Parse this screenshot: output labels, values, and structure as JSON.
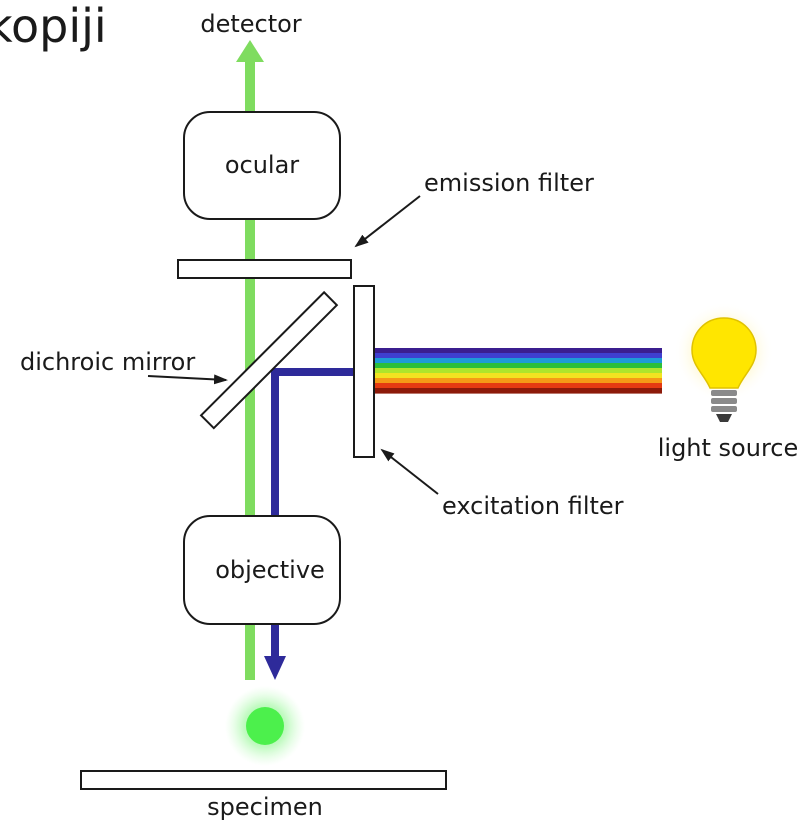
{
  "cut_off_title": "kopiji",
  "labels": {
    "detector": "detector",
    "ocular": "ocular",
    "emission_filter": "emission filter",
    "dichroic_mirror": "dichroic mirror",
    "light_source": "light source",
    "excitation_filter": "excitation filter",
    "objective": "objective",
    "specimen": "specimen"
  },
  "colors": {
    "emission_light": "#7fdc5f",
    "excitation_light": "#2e2a9a",
    "bulb": "#ffe600",
    "fluorescent_spot": "#4cf04c",
    "outline": "#1a1a1a"
  },
  "spectrum_bands": [
    "#3b1e8f",
    "#3f3fd0",
    "#1f9bd6",
    "#2bbf3a",
    "#aee52c",
    "#f2e321",
    "#f59a16",
    "#e53a12",
    "#8c1a0a"
  ]
}
